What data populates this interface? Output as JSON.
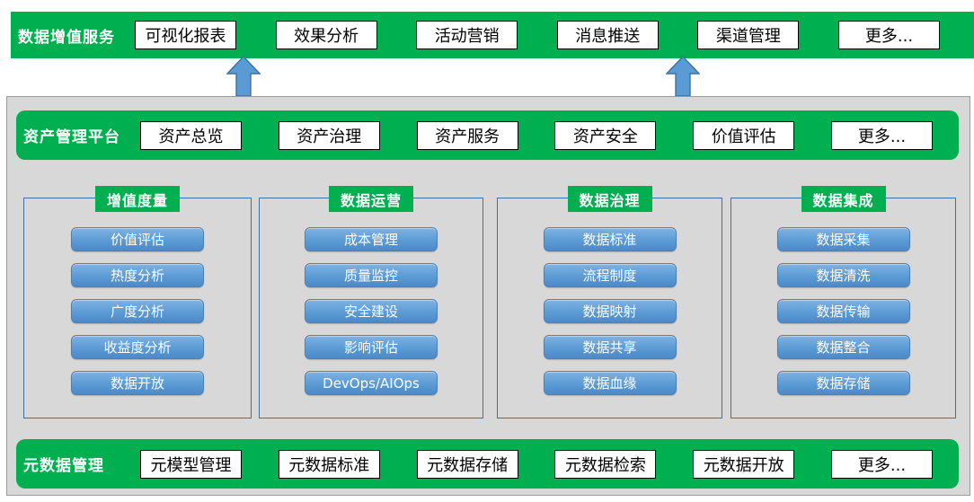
{
  "colors": {
    "green": "#00B050",
    "panel_gray": "#D8D8D8",
    "button_blue": "#5B9BD5",
    "arrow_blue": "#5B9BD5",
    "column_border": "#41719C"
  },
  "top_bar": {
    "label": "数据增值服务",
    "items": [
      "可视化报表",
      "效果分析",
      "活动营销",
      "消息推送",
      "渠道管理",
      "更多..."
    ]
  },
  "asset_bar": {
    "label": "资产管理平台",
    "items": [
      "资产总览",
      "资产治理",
      "资产服务",
      "资产安全",
      "价值评估",
      "更多..."
    ]
  },
  "columns": [
    {
      "header": "增值度量",
      "buttons": [
        "价值评估",
        "热度分析",
        "广度分析",
        "收益度分析",
        "数据开放"
      ]
    },
    {
      "header": "数据运营",
      "buttons": [
        "成本管理",
        "质量监控",
        "安全建设",
        "影响评估",
        "DevOps/AIOps"
      ]
    },
    {
      "header": "数据治理",
      "buttons": [
        "数据标准",
        "流程制度",
        "数据映射",
        "数据共享",
        "数据血缘"
      ]
    },
    {
      "header": "数据集成",
      "buttons": [
        "数据采集",
        "数据清洗",
        "数据传输",
        "数据整合",
        "数据存储"
      ]
    }
  ],
  "meta_bar": {
    "label": "元数据管理",
    "items": [
      "元模型管理",
      "元数据标准",
      "元数据存储",
      "元数据检索",
      "元数据开放",
      "更多..."
    ]
  }
}
